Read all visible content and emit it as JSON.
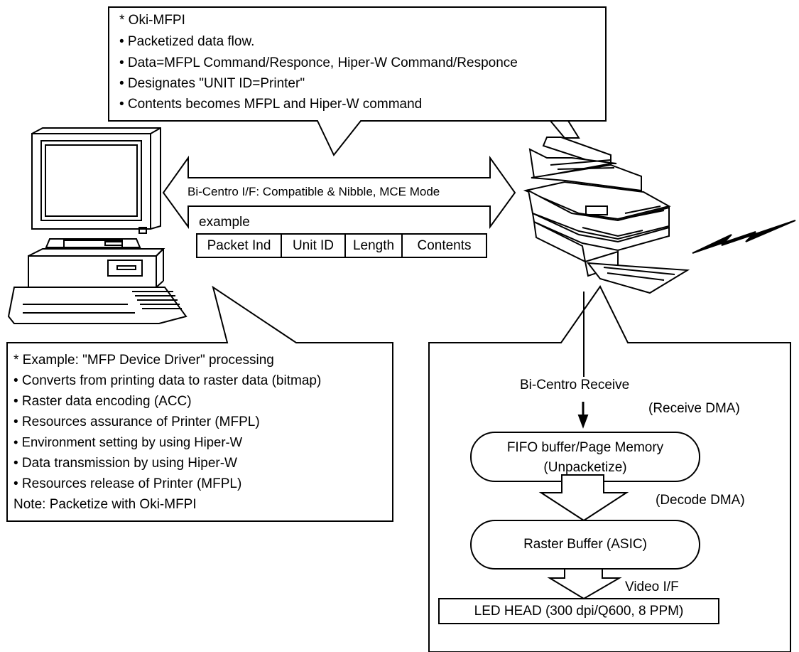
{
  "callout_top": {
    "lines": [
      "* Oki-MFPI",
      "• Packetized data flow.",
      "• Data=MFPL Command/Responce, Hiper-W Command/Responce",
      "• Designates \"UNIT ID=Printer\"",
      "• Contents becomes MFPL and Hiper-W command"
    ]
  },
  "interface": {
    "arrow_label": "Bi-Centro I/F: Compatible & Nibble, MCE Mode",
    "example_label": "example",
    "packet_fields": [
      "Packet Ind",
      "Unit ID",
      "Length",
      "Contents"
    ]
  },
  "callout_left": {
    "lines": [
      "* Example: \"MFP Device Driver\" processing",
      "• Converts from printing data to raster data (bitmap)",
      "• Raster data encoding (ACC)",
      "• Resources assurance of Printer (MFPL)",
      "• Environment setting by using Hiper-W",
      "• Data transmission by using Hiper-W",
      "• Resources release of Printer (MFPL)",
      "Note: Packetize with Oki-MFPI"
    ]
  },
  "printer_flow": {
    "receive_label": "Bi-Centro Receive",
    "receive_dma": "(Receive DMA)",
    "fifo_line1": "FIFO buffer/Page Memory",
    "fifo_line2": "(Unpacketize)",
    "decode_dma": "(Decode DMA)",
    "raster_buffer": "Raster Buffer (ASIC)",
    "video_if": "Video I/F",
    "led_head": "LED HEAD (300 dpi/Q600, 8 PPM)"
  },
  "icons": [
    "computer-icon",
    "fax-printer-icon",
    "lightning-icon"
  ]
}
